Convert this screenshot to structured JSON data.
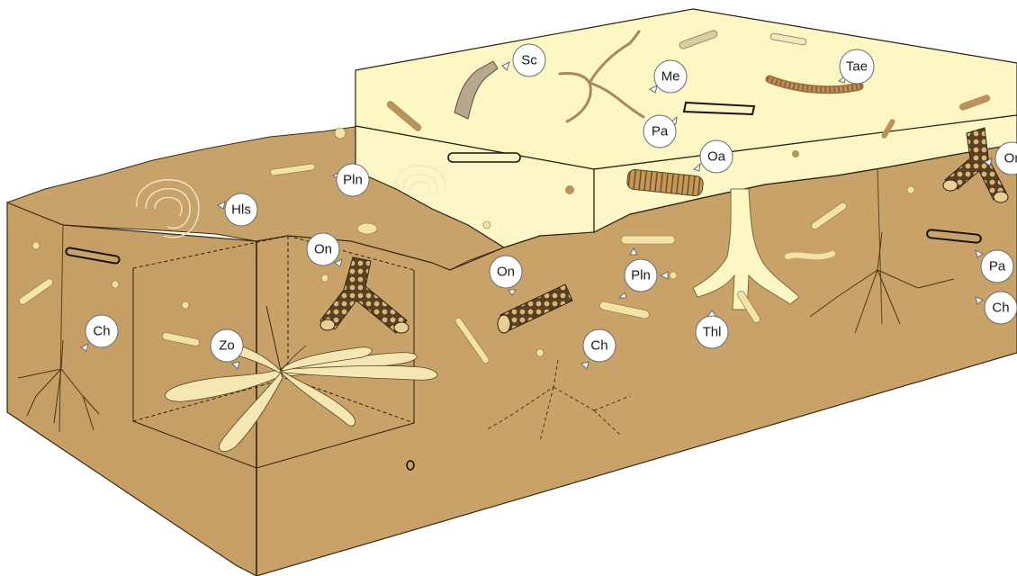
{
  "diagram": {
    "colors": {
      "sediment": "#c9a26a",
      "sediment_dark": "#a8844e",
      "firmground": "#fbf6c4",
      "burrow_fill": "#f4e9b0",
      "outline": "#2b2014"
    },
    "labels": [
      {
        "id": "sc",
        "text": "Sc"
      },
      {
        "id": "me",
        "text": "Me"
      },
      {
        "id": "tae",
        "text": "Tae"
      },
      {
        "id": "pa-top",
        "text": "Pa"
      },
      {
        "id": "oa",
        "text": "Oa"
      },
      {
        "id": "or",
        "text": "Or"
      },
      {
        "id": "pln-top",
        "text": "Pln"
      },
      {
        "id": "hls",
        "text": "Hls"
      },
      {
        "id": "on-left",
        "text": "On"
      },
      {
        "id": "on-mid",
        "text": "On"
      },
      {
        "id": "pln-mid",
        "text": "Pln"
      },
      {
        "id": "pa-right",
        "text": "Pa"
      },
      {
        "id": "ch-right",
        "text": "Ch"
      },
      {
        "id": "thl",
        "text": "Thl"
      },
      {
        "id": "ch-left",
        "text": "Ch"
      },
      {
        "id": "zo",
        "text": "Zo"
      },
      {
        "id": "ch-mid",
        "text": "Ch"
      }
    ],
    "marker": {
      "text": "o"
    }
  }
}
